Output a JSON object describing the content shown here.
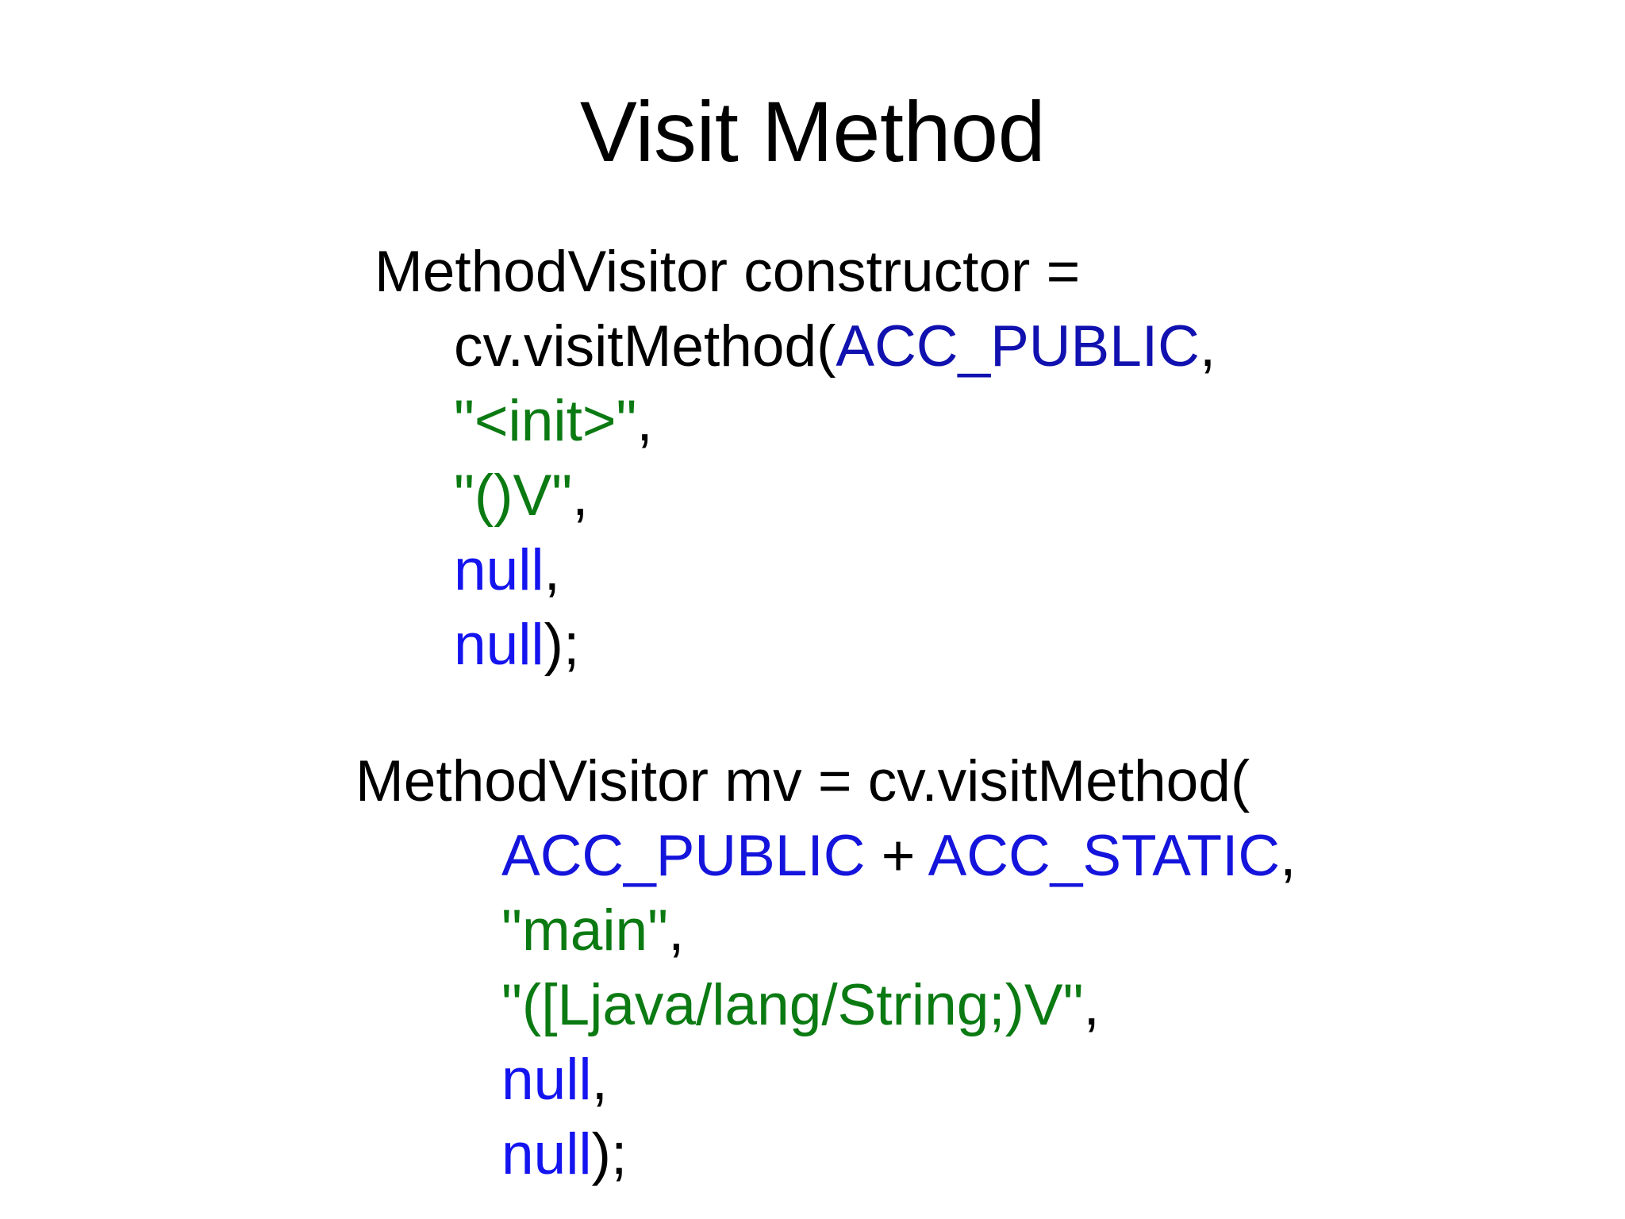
{
  "slide": {
    "title": "Visit Method",
    "background_color": "#FFFFFF"
  },
  "colors": {
    "text": "#000000",
    "constant": "#1111B0",
    "constant_alt": "#1414DC",
    "string_literal": "#0B7A12",
    "keyword_null": "#1414F0"
  },
  "code": {
    "block_one": {
      "line1": {
        "declaration": "MethodVisitor constructor ="
      },
      "line2": {
        "call": "cv.visitMethod(",
        "constant": "ACC_PUBLIC",
        "tail": ","
      },
      "line3": {
        "string": "\"<init>\"",
        "tail": ","
      },
      "line4": {
        "string": "\"()V\"",
        "tail": ","
      },
      "line5": {
        "keyword": "null",
        "tail": ","
      },
      "line6": {
        "keyword": "null",
        "tail": ");"
      }
    },
    "block_two": {
      "line1": {
        "declaration": "MethodVisitor mv = cv.visitMethod("
      },
      "line2": {
        "constant_a": "ACC_PUBLIC",
        "operator": " + ",
        "constant_b": "ACC_STATIC",
        "tail": ","
      },
      "line3": {
        "string": "\"main\"",
        "tail": ","
      },
      "line4": {
        "string": "\"([Ljava/lang/String;)V\"",
        "tail": ","
      },
      "line5": {
        "keyword": "null",
        "tail": ","
      },
      "line6": {
        "keyword": "null",
        "tail": ");"
      }
    }
  }
}
